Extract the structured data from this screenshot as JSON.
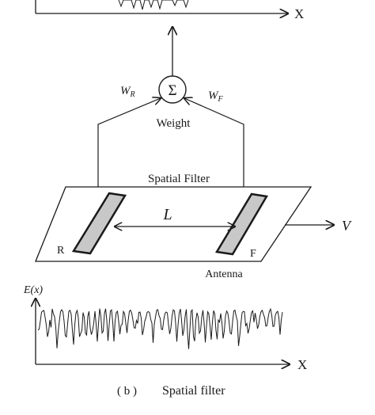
{
  "top_axis": {
    "label": "X"
  },
  "summation": {
    "symbol": "Σ",
    "label": "Weight"
  },
  "weights": {
    "left": {
      "symbol": "W",
      "sub": "R"
    },
    "right": {
      "symbol": "W",
      "sub": "F"
    }
  },
  "filter": {
    "title": "Spatial Filter",
    "distance_label": "L",
    "velocity_label": "V",
    "left_sensor_label": "R",
    "right_sensor_label": "F",
    "antenna_label": "Antenna"
  },
  "signal": {
    "ylabel": "E(x)",
    "xlabel": "X"
  },
  "caption": {
    "tag": "( b )",
    "text": "Spatial filter"
  },
  "colors": {
    "ink": "#1a1a1a",
    "sensor_fill": "#c8c8c8"
  }
}
